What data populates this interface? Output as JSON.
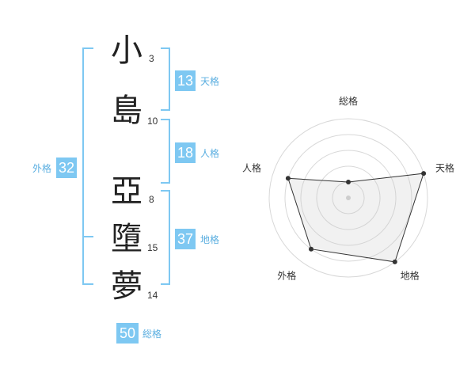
{
  "name_chars": [
    {
      "char": "小",
      "strokes": "3"
    },
    {
      "char": "島",
      "strokes": "10"
    },
    {
      "char": "亞",
      "strokes": "8"
    },
    {
      "char": "墮",
      "strokes": "15"
    },
    {
      "char": "夢",
      "strokes": "14"
    }
  ],
  "fortunes": {
    "tenkaku": {
      "value": "13",
      "label": "天格"
    },
    "jinkaku": {
      "value": "18",
      "label": "人格"
    },
    "chikaku": {
      "value": "37",
      "label": "地格"
    },
    "gaikaku": {
      "value": "32",
      "label": "外格"
    },
    "soukaku": {
      "value": "50",
      "label": "総格"
    }
  },
  "colors": {
    "accent": "#7ec8f2",
    "label": "#5aaee0"
  },
  "chart_data": {
    "type": "radar",
    "axes": [
      "総格",
      "天格",
      "地格",
      "外格",
      "人格"
    ],
    "values": [
      1,
      5,
      5,
      4,
      4
    ],
    "rmax": 5,
    "rings": 5,
    "grid": true
  }
}
